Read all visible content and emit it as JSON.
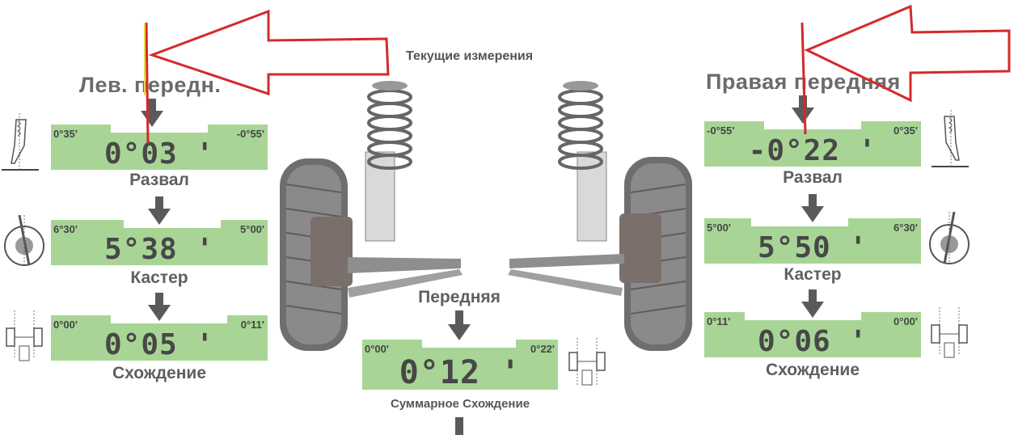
{
  "header": {
    "title": "Текущие измерения",
    "left_wheel": "Лев. передн.",
    "right_wheel": "Правая передняя"
  },
  "left": {
    "camber": {
      "min": "0°35'",
      "max": "-0°55'",
      "value": "0°03 '",
      "label": "Развал"
    },
    "caster": {
      "min": "6°30'",
      "max": "5°00'",
      "value": "5°38 '",
      "label": "Кастер"
    },
    "toe": {
      "min": "0°00'",
      "max": "0°11'",
      "value": "0°05 '",
      "label": "Схождение"
    }
  },
  "right": {
    "camber": {
      "min": "-0°55'",
      "max": "0°35'",
      "value": "-0°22 '",
      "label": "Развал"
    },
    "caster": {
      "min": "5°00'",
      "max": "6°30'",
      "value": "5°50 '",
      "label": "Кастер"
    },
    "toe": {
      "min": "0°11'",
      "max": "0°00'",
      "value": "0°06 '",
      "label": "Схождение"
    }
  },
  "front": {
    "label": "Передняя",
    "total_toe": {
      "min": "0°00'",
      "max": "0°22'",
      "value": "0°12 '",
      "label": "Суммарное Схождение"
    }
  },
  "colors": {
    "panel": "#a8d596",
    "arrow": "#5a5a5a",
    "annotation": "#d42a2a"
  },
  "icons": [
    "camber-diagram-icon",
    "caster-diagram-icon",
    "toe-diagram-icon",
    "suspension-strut-icon",
    "wheel-icon",
    "red-arrow-annotation"
  ]
}
